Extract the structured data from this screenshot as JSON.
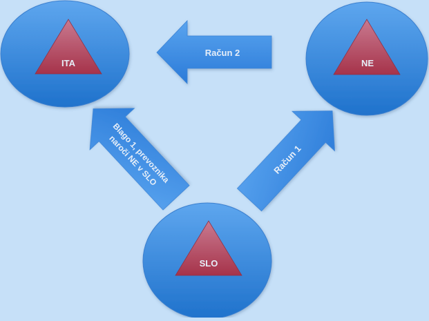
{
  "colors": {
    "background": "#c6e0f8",
    "node_fill": "#3d8ee0",
    "node_fill_dark": "#1f6fc8",
    "triangle_fill": "#b8415a",
    "arrow_fill": "#3a8ee6",
    "label_text": "#e6eef8"
  },
  "nodes": [
    {
      "id": "ita",
      "label": "ITA",
      "icon": "triangle-icon"
    },
    {
      "id": "ne",
      "label": "NE",
      "icon": "triangle-icon"
    },
    {
      "id": "slo",
      "label": "SLO",
      "icon": "triangle-icon"
    }
  ],
  "arrows": [
    {
      "id": "racun-2",
      "from": "NE",
      "to": "ITA",
      "label": "Račun 2"
    },
    {
      "id": "blago-1",
      "from": "SLO",
      "to": "ITA",
      "label_line1": "Blago 1, prevoznika",
      "label_line2": "naroči NE v SLO"
    },
    {
      "id": "racun-1",
      "from": "SLO",
      "to": "NE",
      "label": "Račun 1"
    }
  ]
}
